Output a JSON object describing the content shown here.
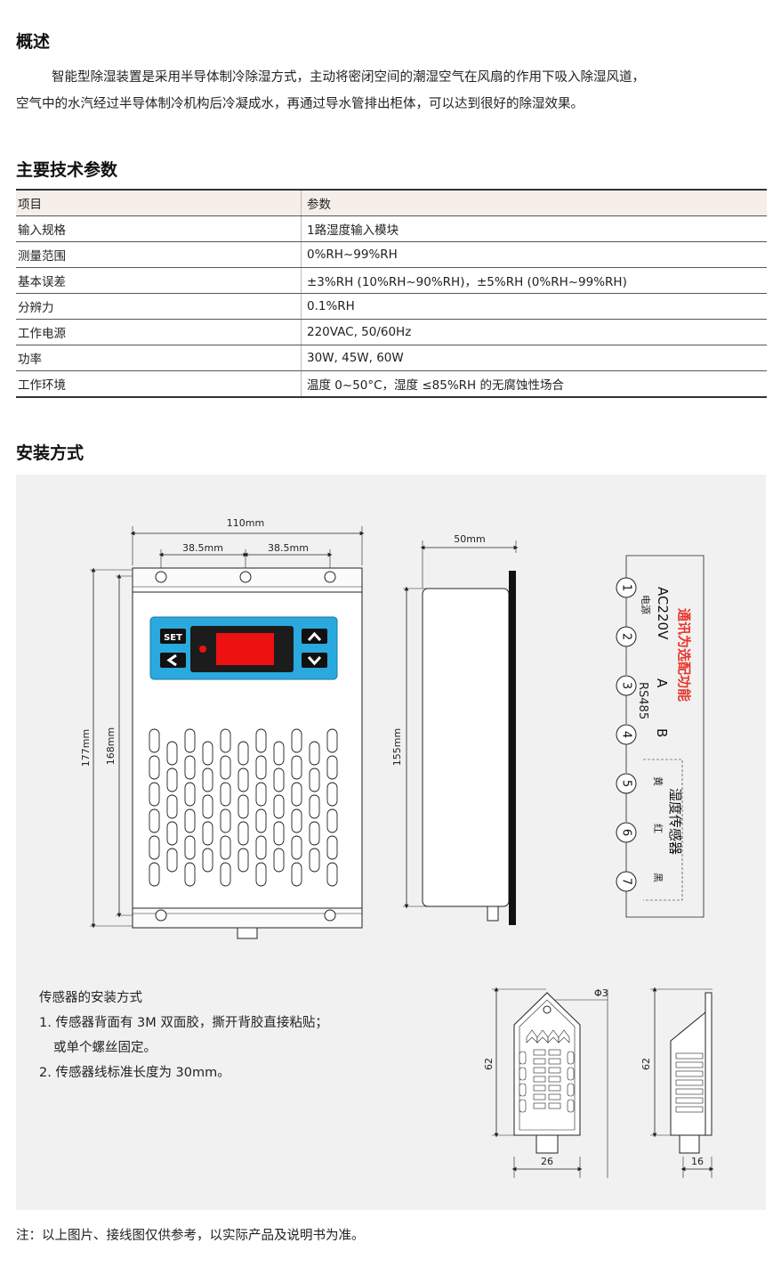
{
  "overview": {
    "title": "概述",
    "line1": "智能型除湿装置是采用半导体制冷除湿方式，主动将密闭空间的潮湿空气在风扇的作用下吸入除湿风道，",
    "line2": "空气中的水汽经过半导体制冷机构后冷凝成水，再通过导水管排出柜体，可以达到很好的除湿效果。"
  },
  "specs": {
    "title": "主要技术参数",
    "headers": [
      "项目",
      "参数"
    ],
    "rows": [
      [
        "输入规格",
        "1路湿度输入模块"
      ],
      [
        "测量范围",
        "0%RH~99%RH"
      ],
      [
        "基本误差",
        "±3%RH (10%RH~90%RH)，±5%RH (0%RH~99%RH)"
      ],
      [
        "分辨力",
        "0.1%RH"
      ],
      [
        "工作电源",
        "220VAC, 50/60Hz"
      ],
      [
        "功率",
        "30W, 45W, 60W"
      ],
      [
        "工作环境",
        "温度 0~50°C，湿度 ≤85%RH 的无腐蚀性场合"
      ]
    ]
  },
  "install": {
    "title": "安装方式",
    "device": {
      "width_label": "110mm",
      "hole_spacing_left": "38.5mm",
      "hole_spacing_right": "38.5mm",
      "height_outer": "177mm",
      "height_inner": "168mm",
      "set_key": "SET",
      "display_color": "#ee1111",
      "panel_color": "#2aa9df"
    },
    "side": {
      "depth_label": "50mm",
      "height_label": "155mm"
    },
    "wiring": {
      "terminals": [
        "1",
        "2",
        "3",
        "4",
        "5",
        "6",
        "7"
      ],
      "power_label": "AC220V",
      "power_sub": "电源",
      "a_label": "A",
      "b_label": "B",
      "rs485_label": "RS485",
      "comm_note": "通讯为选配功能",
      "wire5": "黄",
      "wire6": "红",
      "wire7": "黑",
      "sensor_label": "湿度传感器"
    },
    "sensor": {
      "title": "传感器的安装方式",
      "item1": "1. 传感器背面有 3M 双面胶，撕开背胶直接粘贴；",
      "item1b": "或单个螺丝固定。",
      "item2": "2. 传感器线标准长度为 30mm。",
      "hole_label": "Φ3",
      "height_front": "62",
      "width_front": "26",
      "height_side": "62",
      "width_side": "16"
    }
  },
  "note": "注：以上图片、接线图仅供参考，以实际产品及说明书为准。"
}
